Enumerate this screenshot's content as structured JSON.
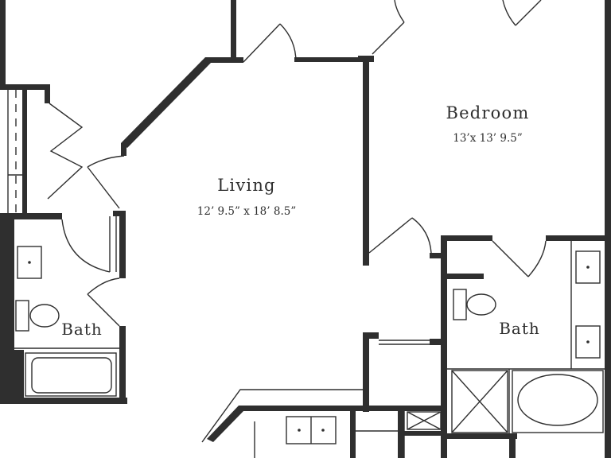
{
  "rooms": {
    "bedroom": {
      "name": "Bedroom",
      "dimensions": "13’x 13’ 9.5”"
    },
    "living": {
      "name": "Living",
      "dimensions": "12’ 9.5” x 18’ 8.5”"
    },
    "bath_left": {
      "name": "Bath"
    },
    "bath_right": {
      "name": "Bath"
    }
  }
}
